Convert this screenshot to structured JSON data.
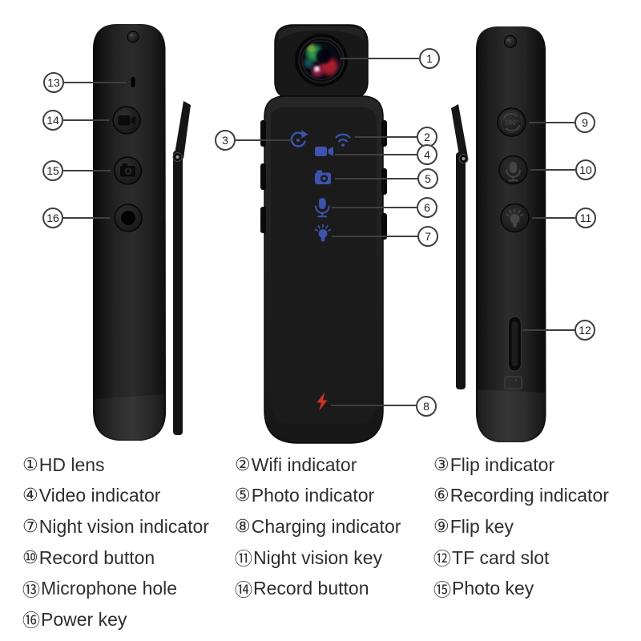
{
  "title": "Body camera parts diagram",
  "colors": {
    "background": "#ffffff",
    "device_body": "#1f1f1f",
    "indicator_blue": "#3d53ad",
    "charging_red": "#cc3327",
    "callout_line": "#3f3f3f",
    "legend_text": "#2e2e2e"
  },
  "callouts": {
    "c1": {
      "num": "1"
    },
    "c2": {
      "num": "2"
    },
    "c3": {
      "num": "3"
    },
    "c4": {
      "num": "4"
    },
    "c5": {
      "num": "5"
    },
    "c6": {
      "num": "6"
    },
    "c7": {
      "num": "7"
    },
    "c8": {
      "num": "8"
    },
    "c9": {
      "num": "9"
    },
    "c10": {
      "num": "10"
    },
    "c11": {
      "num": "11"
    },
    "c12": {
      "num": "12"
    },
    "c13": {
      "num": "13"
    },
    "c14": {
      "num": "14"
    },
    "c15": {
      "num": "15"
    },
    "c16": {
      "num": "16"
    }
  },
  "device_icons": {
    "flip_key_text": "180°"
  },
  "legend": {
    "items": [
      {
        "num": "①",
        "label": "HD lens"
      },
      {
        "num": "②",
        "label": " Wifi indicator"
      },
      {
        "num": "③",
        "label": "Flip indicator"
      },
      {
        "num": "④",
        "label": "Video indicator"
      },
      {
        "num": "⑤",
        "label": "Photo indicator"
      },
      {
        "num": "⑥",
        "label": "Recording indicator"
      },
      {
        "num": "⑦",
        "label": "Night vision indicator"
      },
      {
        "num": "⑧",
        "label": "Charging indicator"
      },
      {
        "num": "⑨",
        "label": "Flip key"
      },
      {
        "num": "⑩",
        "label": "Record button"
      },
      {
        "num": "⑪",
        "label": "Night vision key"
      },
      {
        "num": "⑫",
        "label": "TF card slot"
      },
      {
        "num": "⑬",
        "label": "Microphone hole"
      },
      {
        "num": "⑭",
        "label": "Record button"
      },
      {
        "num": "⑮",
        "label": "Photo key"
      },
      {
        "num": "⑯",
        "label": "Power key"
      }
    ]
  }
}
